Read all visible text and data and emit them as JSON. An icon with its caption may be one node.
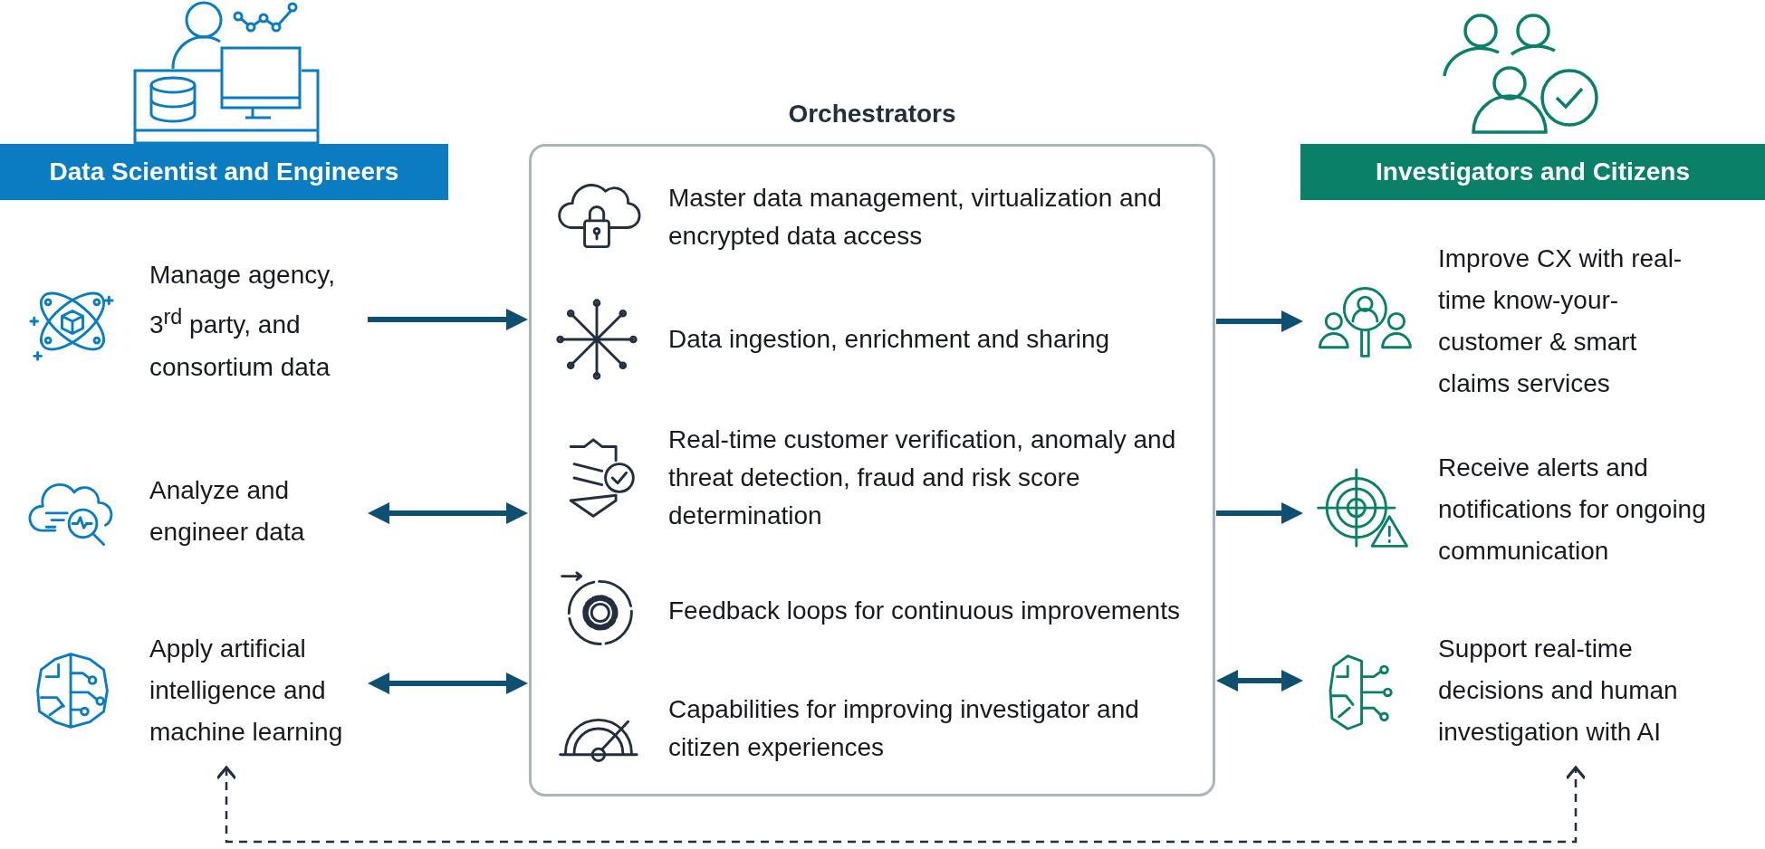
{
  "diagram": {
    "nodes": [
      {
        "text": [
          "Data Scientist and Engineers"
        ]
      },
      {
        "text": [
          "Manage agency, 3$^{rd}$ party, and consortium data"
        ]
      },
      {
        "text": [
          "Analyze and engineer data"
        ]
      },
      {
        "text": [
          "Apply artificial intelligence and machine learning"
        ]
      },
      {
        "text": [
          "Orchestrators"
        ]
      },
      {
        "text": [
          "Master data management, virtualization and encrypted data access"
        ],
        "in": 4
      },
      {
        "text": [
          "Data ingestion, enrichment and sharing"
        ],
        "in": 4
      },
      {
        "text": [
          "Real-time customer verification, anomaly and threat detection, fraud and risk score determination"
        ],
        "in": 4
      },
      {
        "text": [
          "Feedback loops for continuous improvements"
        ],
        "in": 4
      },
      {
        "text": [
          "Capabilities for improving investigator and citizen experiences"
        ],
        "in": 4
      },
      {
        "text": [
          "Investigators and Citizens"
        ]
      },
      {
        "text": [
          "Improve CX with real-time know-your-customer & smart claims services"
        ]
      },
      {
        "text": [
          "Receive alerts and notifications for ongoing communication"
        ]
      },
      {
        "text": [
          "Support real-time decisions and human investigation with AI"
        ]
      }
    ],
    "edges": [
      {
        "from": 1,
        "to": 4,
        "arrow": "to"
      },
      {
        "from": 2,
        "to": 4,
        "arrow": "both"
      },
      {
        "from": 3,
        "to": 4,
        "arrow": "both"
      },
      {
        "from": 4,
        "to": 11,
        "arrow": "to"
      },
      {
        "from": 4,
        "to": 12,
        "arrow": "to"
      },
      {
        "from": 4,
        "to": 13,
        "arrow": "both"
      },
      {
        "from": 3,
        "to": 13,
        "arrow": "both",
        "style": "dashed",
        "color": "#232f3e"
      }
    ]
  }
}
